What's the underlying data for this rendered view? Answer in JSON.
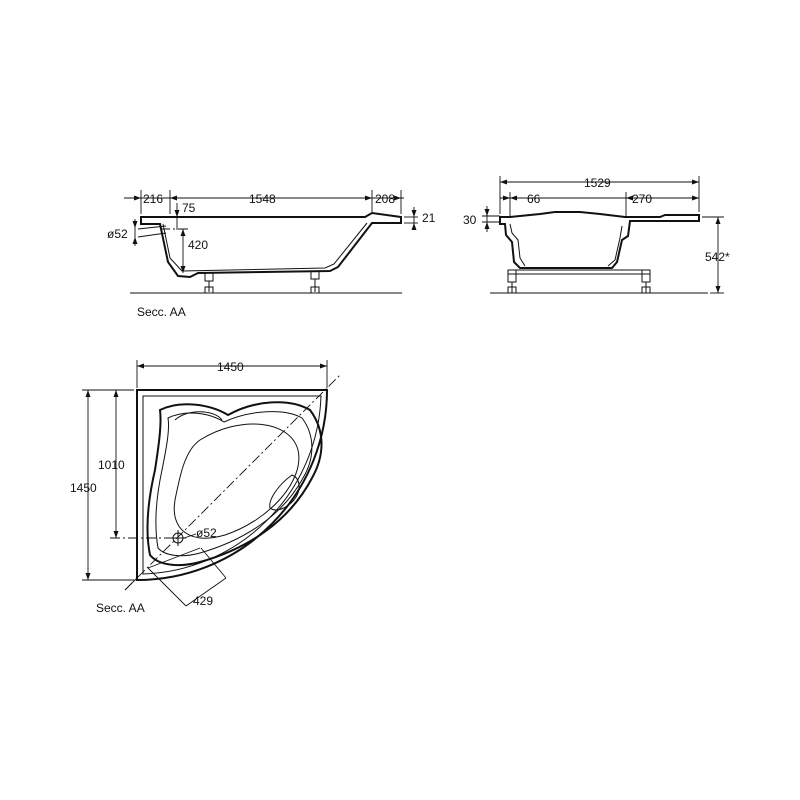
{
  "side_section": {
    "dims": {
      "d216": "216",
      "d1548": "1548",
      "d208": "208",
      "d75": "75",
      "d21": "21",
      "d52": "ø52",
      "d420": "420"
    },
    "label": "Secc. AA"
  },
  "end_view": {
    "dims": {
      "d1529": "1529",
      "d66": "66",
      "d270": "270",
      "d30": "30",
      "d542": "542*"
    }
  },
  "plan_view": {
    "dims": {
      "d1450_top": "1450",
      "d1450_left": "1450",
      "d1010": "1010",
      "d52": "ø52",
      "d429": "429"
    },
    "label": "Secc. AA"
  }
}
